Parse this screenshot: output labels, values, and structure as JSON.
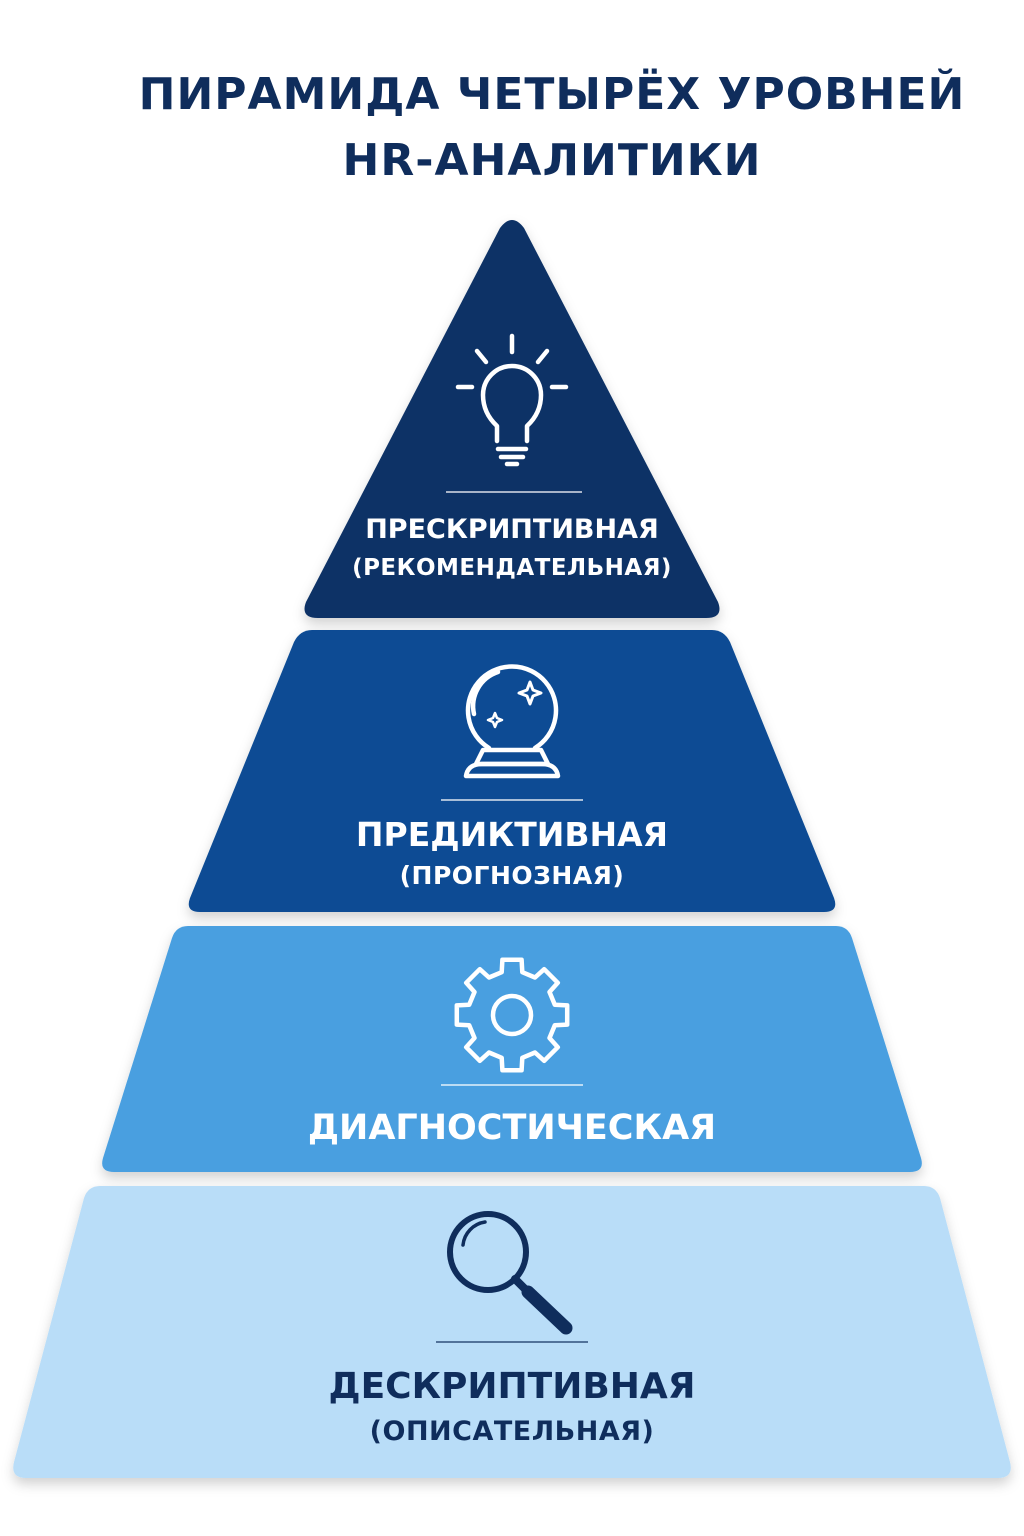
{
  "title": {
    "line1": "ПИРАМИДА ЧЕТЫРЁХ УРОВНЕЙ",
    "line2": "HR-АНАЛИТИКИ"
  },
  "levels": [
    {
      "name": "ПРЕСКРИПТИВНАЯ",
      "subtitle": "(РЕКОМЕНДАТЕЛЬНАЯ)",
      "icon": "lightbulb-icon",
      "fill": "#0d3266",
      "text_color": "#ffffff"
    },
    {
      "name": "ПРЕДИКТИВНАЯ",
      "subtitle": "(ПРОГНОЗНАЯ)",
      "icon": "crystal-ball-icon",
      "fill": "#0b4c94",
      "text_color": "#ffffff"
    },
    {
      "name": "ДИАГНОСТИЧЕСКАЯ",
      "subtitle": "",
      "icon": "gear-icon",
      "fill": "#4a9fe0",
      "text_color": "#ffffff"
    },
    {
      "name": "ДЕСКРИПТИВНАЯ",
      "subtitle": "(ОПИСАТЕЛЬНАЯ)",
      "icon": "magnifier-icon",
      "fill": "#b9ddf8",
      "text_color": "#0f2d5c"
    }
  ]
}
